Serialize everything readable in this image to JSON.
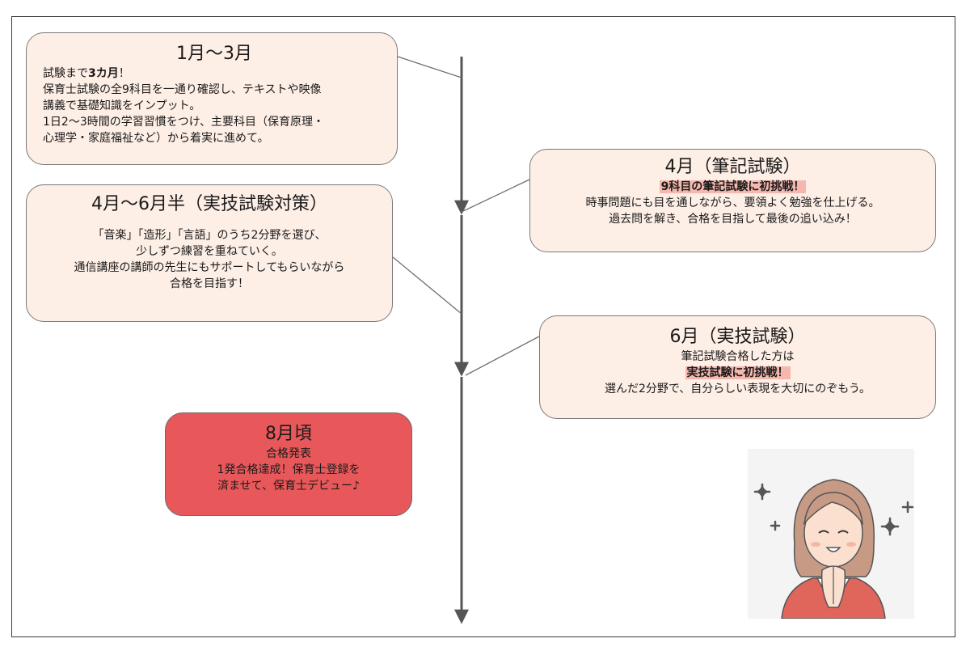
{
  "colors": {
    "card_fill": "#fdeee6",
    "card_border": "#7a7a7a",
    "result_fill": "#e8585a",
    "highlight": "#f6b8ae",
    "timeline": "#555555"
  },
  "timeline": {
    "title": "1月〜3月"
  },
  "step1": {
    "title": "1月〜3月",
    "line1_pre": "試験まで",
    "line1_bold": "3カ月",
    "line1_post": "！",
    "line2": "保育士試験の全9科目を一通り確認し、テキストや映像",
    "line3": "講義で基礎知識をインプット。",
    "line4": "1日2〜3時間の学習習慣をつけ、主要科目（保育原理・",
    "line5": "心理学・家庭福祉など）から着実に進めて。"
  },
  "step2": {
    "title": "4月〜6月半（実技試験対策）",
    "line1": "「音楽」「造形」「言語」のうち2分野を選び、",
    "line2": "少しずつ練習を重ねていく。",
    "line3": "通信講座の講師の先生にもサポートしてもらいながら",
    "line4": "合格を目指す！"
  },
  "step3": {
    "title": "4月（筆記試験）",
    "highlight": "9科目の筆記試験に初挑戦！",
    "line1": "時事問題にも目を通しながら、要領よく勉強を仕上げる。",
    "line2": "過去問を解き、合格を目指して最後の追い込み！"
  },
  "step4": {
    "title": "6月（実技試験）",
    "line1": "筆記試験合格した方は",
    "highlight": "実技試験に初挑戦！",
    "line2": "選んだ2分野で、自分らしい表現を大切にのぞもう。"
  },
  "step5": {
    "title": "8月頃",
    "line1": "合格発表",
    "line2": "1発合格達成！保育士登録を",
    "line3": "済ませて、保育士デビュー♪"
  },
  "illustration": {
    "icon": "woman-celebrating-icon"
  }
}
